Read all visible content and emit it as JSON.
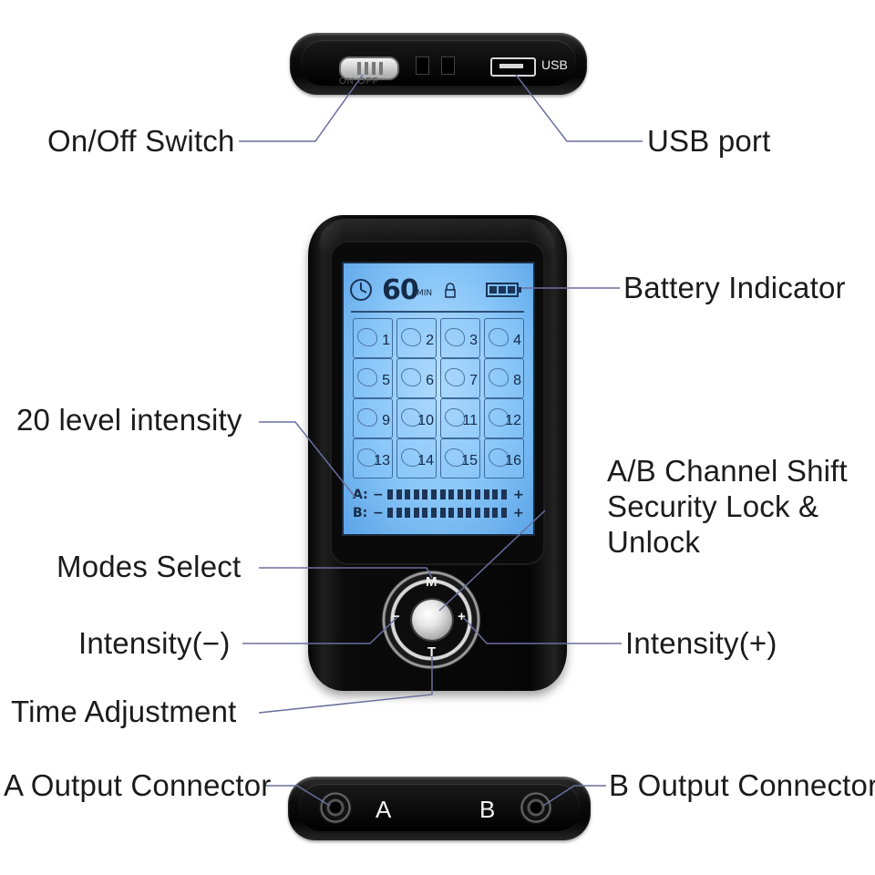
{
  "labels": {
    "on_off_switch": "On/Off Switch",
    "usb_port": "USB port",
    "battery_indicator": "Battery Indicator",
    "level_intensity": "20 level intensity",
    "channel_shift_line1": "A/B Channel Shift",
    "channel_shift_line2": "Security Lock &",
    "channel_shift_line3": "Unlock",
    "modes_select": "Modes Select",
    "intensity_minus": "Intensity(−)",
    "intensity_plus": "Intensity(+)",
    "time_adjustment": "Time Adjustment",
    "a_output": "A Output Connector",
    "b_output": "B Output Connector"
  },
  "device": {
    "switch_text": "ON   OFF",
    "usb_text": "USB",
    "timer_value": "60",
    "timer_unit": "MIN",
    "modes": [
      "1",
      "2",
      "3",
      "4",
      "5",
      "6",
      "7",
      "8",
      "9",
      "10",
      "11",
      "12",
      "13",
      "14",
      "15",
      "16"
    ],
    "channel_a": "A:",
    "channel_b": "B:",
    "minus": "−",
    "plus": "+",
    "btn_m": "M",
    "btn_t": "T",
    "btn_minus": "−",
    "btn_plus": "+",
    "connector_a": "A",
    "connector_b": "B"
  },
  "colors": {
    "leader_line": "#6b6f9e",
    "lcd": "#8fc8f8",
    "device_body": "#0a0a0a"
  }
}
